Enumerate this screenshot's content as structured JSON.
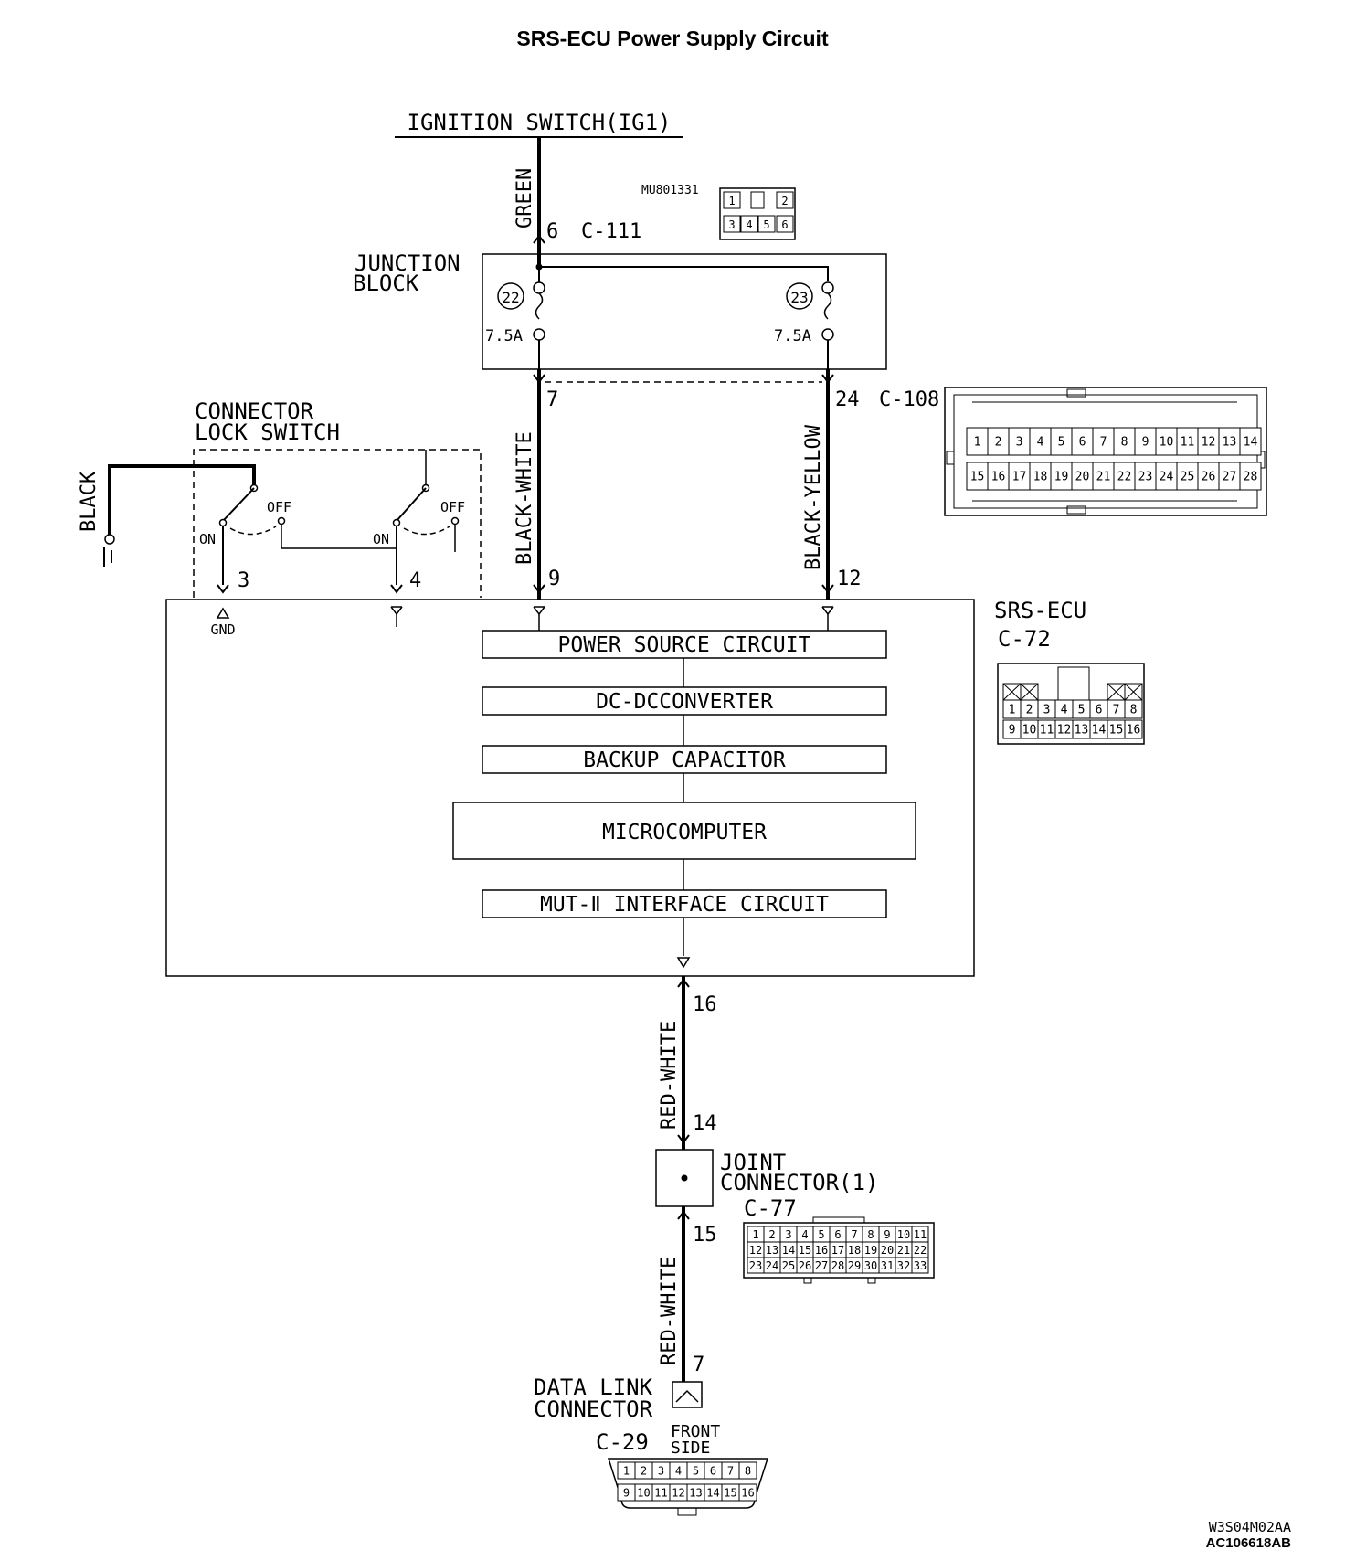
{
  "title": "SRS-ECU Power Supply Circuit",
  "source": {
    "label": "IGNITION SWITCH(IG1)"
  },
  "wires": {
    "green": "GREEN",
    "black_white": "BLACK-WHITE",
    "black_yellow": "BLACK-YELLOW",
    "black": "BLACK",
    "red_white_upper": "RED-WHITE",
    "red_white_lower": "RED-WHITE"
  },
  "terminals": {
    "c111_pin": "6",
    "jb_out_left": "7",
    "jb_out_right": "24",
    "ecu_pin_3": "3",
    "ecu_pin_4": "4",
    "ecu_pin_9": "9",
    "ecu_pin_12": "12",
    "ecu_pin_16": "16",
    "joint_in": "14",
    "joint_out": "15",
    "dlc_pin": "7"
  },
  "connectors": {
    "c111": {
      "id": "C-111",
      "part": "MU801331",
      "pins": [
        "1",
        "2",
        "3",
        "4",
        "5",
        "6"
      ]
    },
    "c108": {
      "id": "C-108",
      "row1": [
        "1",
        "2",
        "3",
        "4",
        "5",
        "6",
        "7",
        "8",
        "9",
        "10",
        "11",
        "12",
        "13",
        "14"
      ],
      "row2": [
        "15",
        "16",
        "17",
        "18",
        "19",
        "20",
        "21",
        "22",
        "23",
        "24",
        "25",
        "26",
        "27",
        "28"
      ]
    },
    "c72": {
      "id": "C-72",
      "row1": [
        "1",
        "2",
        "3",
        "4",
        "5",
        "6",
        "7",
        "8"
      ],
      "row2": [
        "9",
        "10",
        "11",
        "12",
        "13",
        "14",
        "15",
        "16"
      ]
    },
    "c77": {
      "id": "C-77",
      "row1": [
        "1",
        "2",
        "3",
        "4",
        "5",
        "6",
        "7",
        "8",
        "9",
        "10",
        "11"
      ],
      "row2": [
        "12",
        "13",
        "14",
        "15",
        "16",
        "17",
        "18",
        "19",
        "20",
        "21",
        "22"
      ],
      "row3": [
        "23",
        "24",
        "25",
        "26",
        "27",
        "28",
        "29",
        "30",
        "31",
        "32",
        "33"
      ]
    },
    "c29": {
      "id": "C-29",
      "row1": [
        "1",
        "2",
        "3",
        "4",
        "5",
        "6",
        "7",
        "8"
      ],
      "row2": [
        "9",
        "10",
        "11",
        "12",
        "13",
        "14",
        "15",
        "16"
      ]
    }
  },
  "junction_block": {
    "label_line1": "JUNCTION",
    "label_line2": "BLOCK",
    "fuse_left": {
      "number": "22",
      "rating": "7.5A"
    },
    "fuse_right": {
      "number": "23",
      "rating": "7.5A"
    }
  },
  "lock_switch": {
    "label_line1": "CONNECTOR",
    "label_line2": "LOCK SWITCH",
    "on": "ON",
    "off": "OFF",
    "gnd": "GND"
  },
  "ecu": {
    "label": "SRS-ECU",
    "blocks": {
      "power_source": "POWER SOURCE CIRCUIT",
      "dcdc": "DC-DCCONVERTER",
      "backup": "BACKUP CAPACITOR",
      "micro": "MICROCOMPUTER",
      "mut": "MUT-Ⅱ INTERFACE CIRCUIT"
    }
  },
  "joint_connector": {
    "line1": "JOINT",
    "line2": "CONNECTOR(1)"
  },
  "data_link": {
    "line1": "DATA LINK",
    "line2": "CONNECTOR",
    "front1": "FRONT",
    "front2": "SIDE"
  },
  "footer": {
    "code1": "W3S04M02AA",
    "code2": "AC106618AB"
  }
}
